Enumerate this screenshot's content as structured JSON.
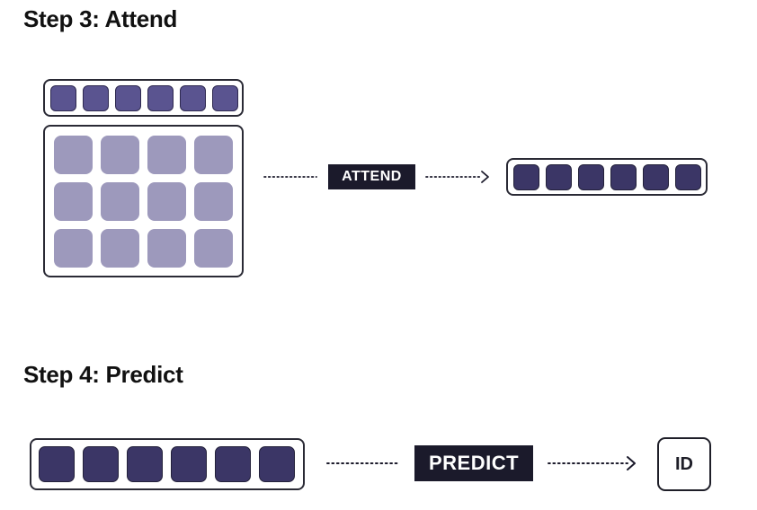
{
  "step3": {
    "title": "Step 3: Attend",
    "operation_label": "ATTEND"
  },
  "step4": {
    "title": "Step 4: Predict",
    "operation_label": "PREDICT",
    "output_label": "ID"
  },
  "colors": {
    "dark": "#3b3666",
    "mid": "#5a5490",
    "light": "#9d99bc",
    "border": "#2a2a35",
    "label_bg": "#1b1a2b"
  }
}
